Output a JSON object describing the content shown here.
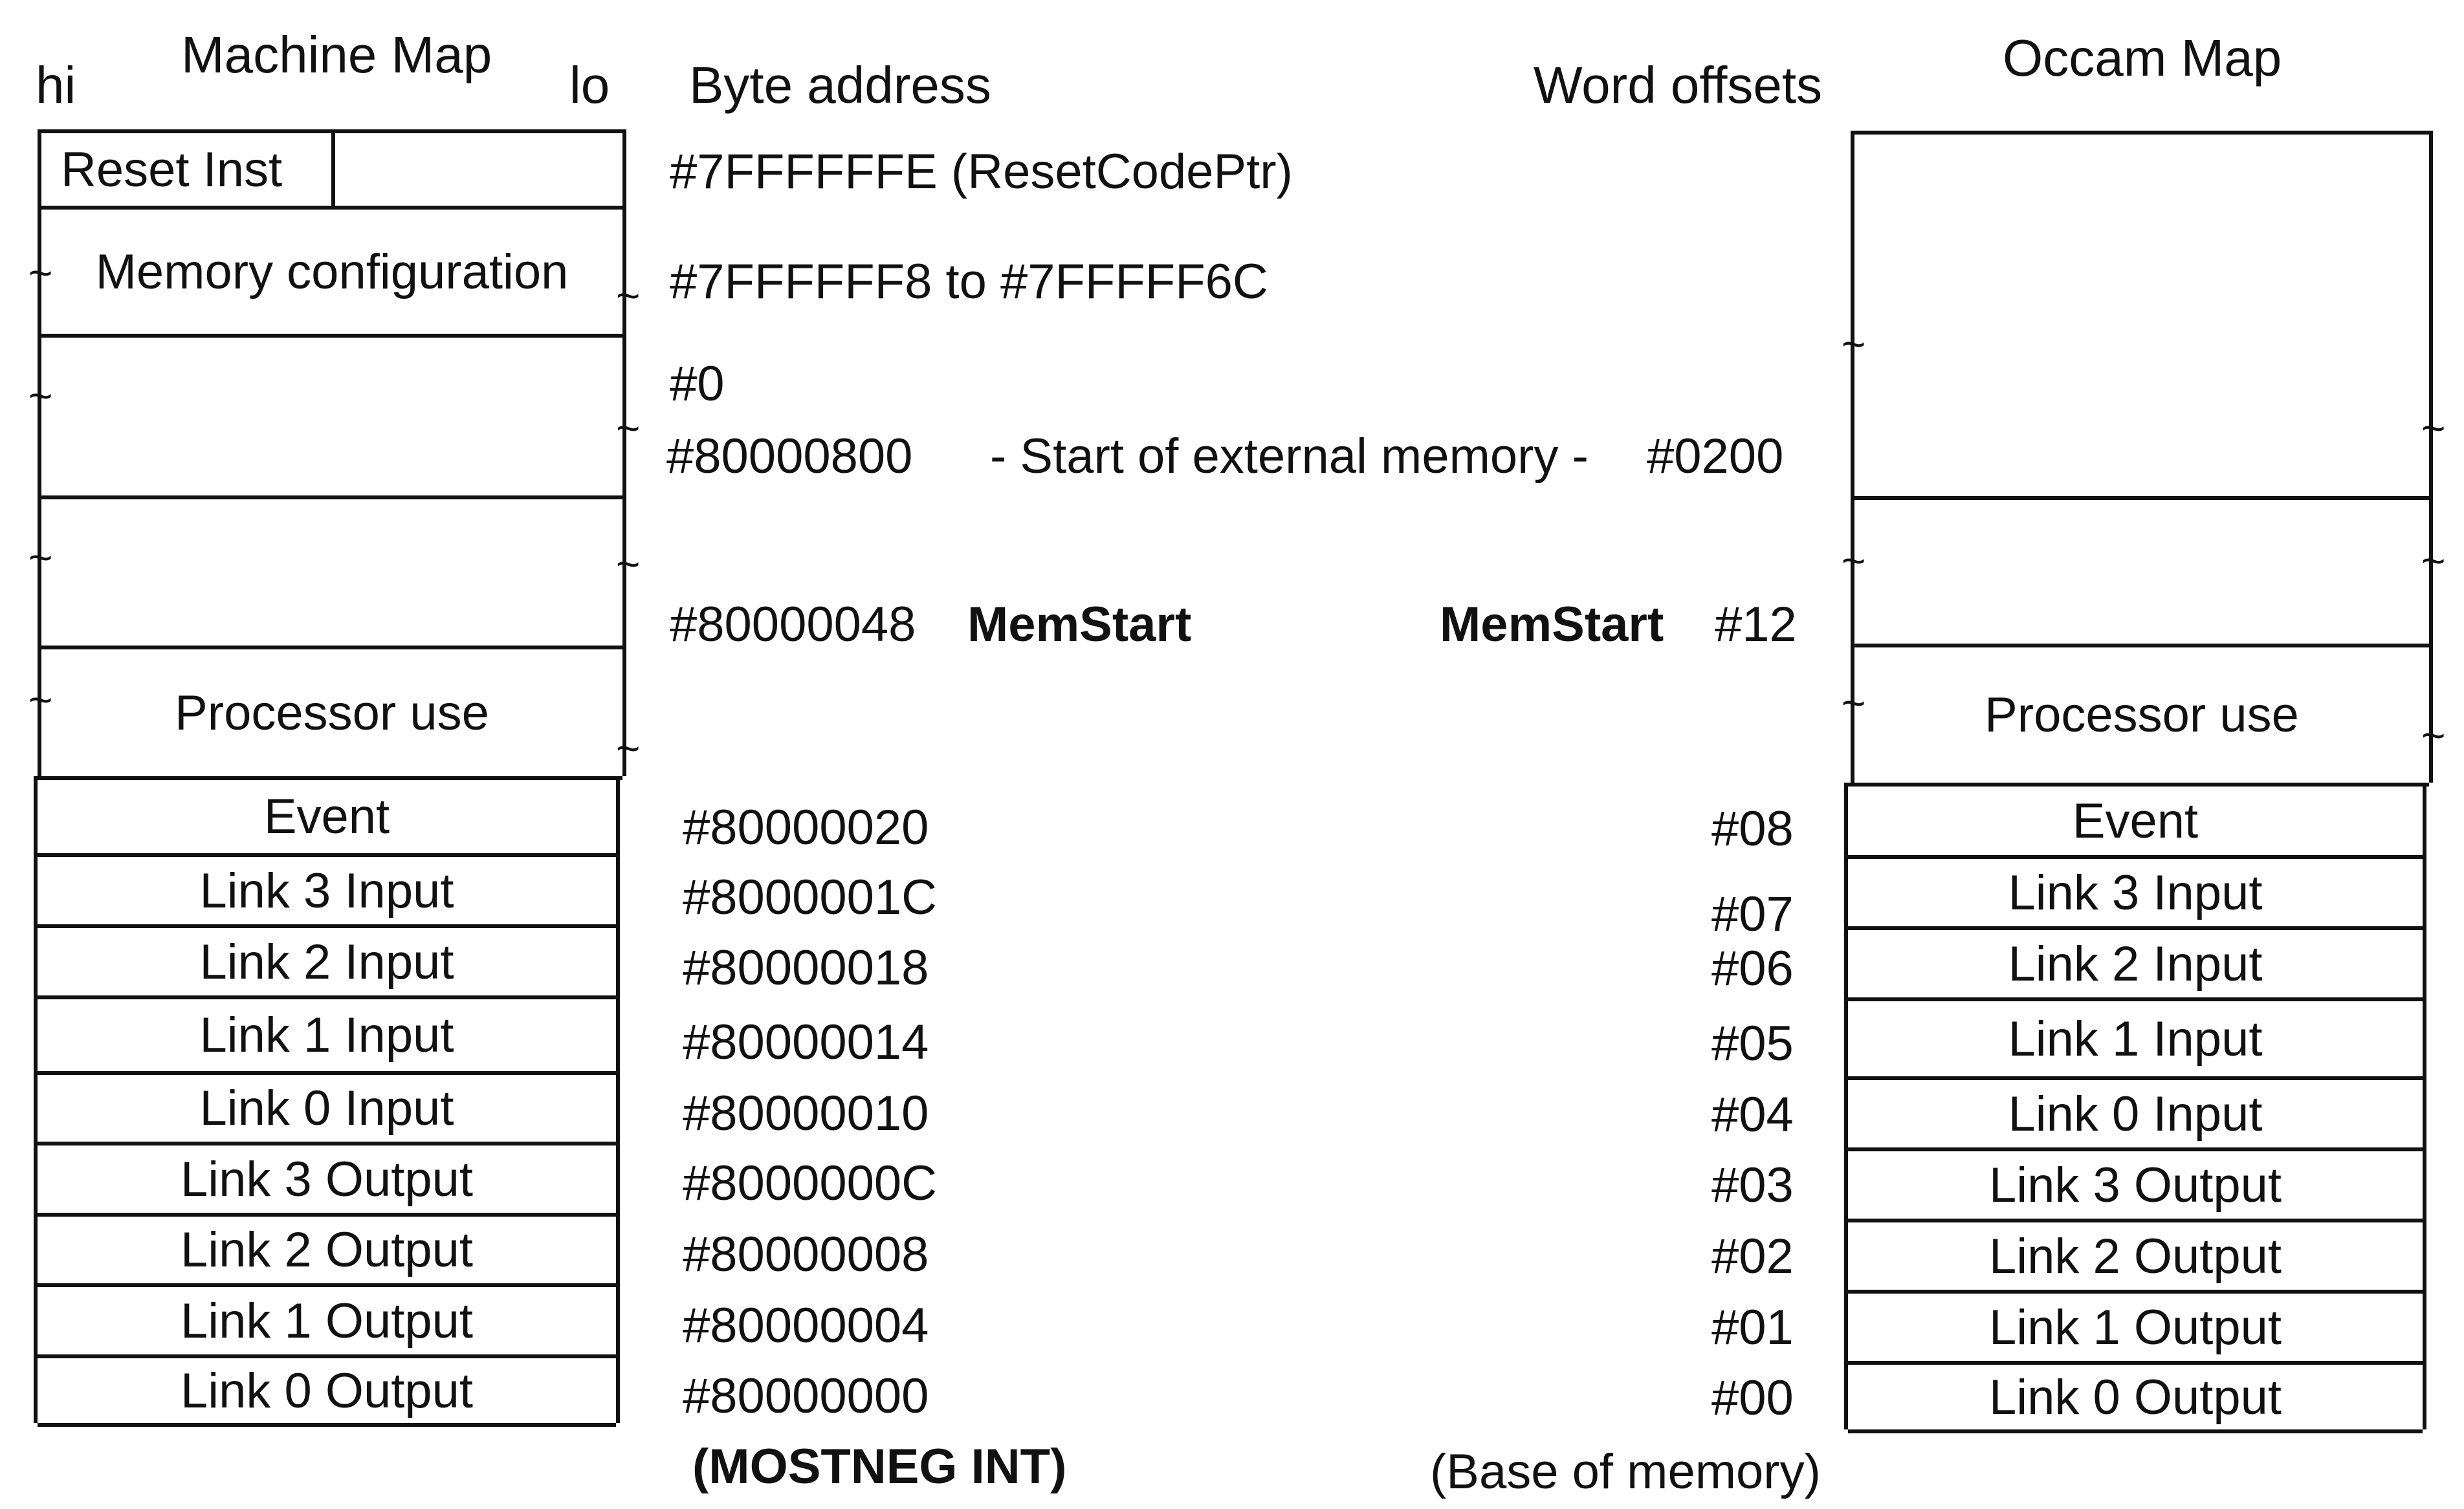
{
  "headers": {
    "machine_map": "Machine Map",
    "hi": "hi",
    "lo": "lo",
    "byte_address": "Byte address",
    "word_offsets": "Word offsets",
    "occam_map": "Occam Map"
  },
  "machine_cells": {
    "reset_inst": "Reset Inst",
    "memory_configuration": "Memory configuration",
    "processor_use": "Processor use",
    "event": "Event",
    "link3_input": "Link 3 Input",
    "link2_input": "Link 2 Input",
    "link1_input": "Link 1 Input",
    "link0_input": "Link 0 Input",
    "link3_output": "Link 3 Output",
    "link2_output": "Link 2 Output",
    "link1_output": "Link 1 Output",
    "link0_output": "Link 0 Output"
  },
  "byte_addresses": {
    "reset": "#7FFFFFFE  (ResetCodePtr)",
    "memconfig": "#7FFFFFF8 to #7FFFFF6C",
    "zero": "#0",
    "external": "#80000800",
    "external_note": "- Start of external memory -",
    "memstart_addr": "#80000048",
    "memstart_label": "MemStart",
    "event": "#80000020",
    "link3_input": "#8000001C",
    "link2_input": "#80000018",
    "link1_input": "#80000014",
    "link0_input": "#80000010",
    "link3_output": "#8000000C",
    "link2_output": "#80000008",
    "link1_output": "#80000004",
    "link0_output": "#80000000",
    "mostneg": "(MOSTNEG  INT)"
  },
  "word_offsets": {
    "external": "#0200",
    "memstart_label": "MemStart",
    "memstart": "#12",
    "event": "#08",
    "link3_input": "#07",
    "link2_input": "#06",
    "link1_input": "#05",
    "link0_input": "#04",
    "link3_output": "#03",
    "link2_output": "#02",
    "link1_output": "#01",
    "link0_output": "#00",
    "base": "(Base of memory)"
  },
  "occam_cells": {
    "processor_use": "Processor use",
    "event": "Event",
    "link3_input": "Link 3 Input",
    "link2_input": "Link 2 Input",
    "link1_input": "Link 1 Input",
    "link0_input": "Link 0 Input",
    "link3_output": "Link 3 Output",
    "link2_output": "Link 2 Output",
    "link1_output": "Link 1 Output",
    "link0_output": "Link 0 Output"
  },
  "break_mark": "~"
}
